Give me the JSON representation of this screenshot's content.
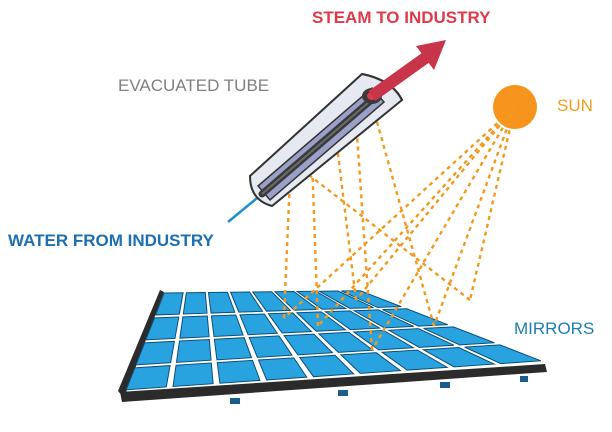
{
  "labels": {
    "steam_out": "STEAM TO INDUSTRY",
    "evacuated_tube": "EVACUATED TUBE",
    "sun": "SUN",
    "water_in": "WATER FROM INDUSTRY",
    "mirrors": "MIRRORS"
  },
  "colors": {
    "steam": "#e03a4a",
    "tube_label": "#808080",
    "sun_label": "#f39c1d",
    "water": "#1d6fb3",
    "mirrors_label": "#1d7fb0",
    "mirror": "#29a3e0",
    "mirror_dark": "#0d4f7a",
    "ray": "#f29a1f",
    "sun_fill": "#f7941d",
    "frame": "#2b2b2b",
    "tube_glass": "#c9cde8",
    "tube_outline": "#333333"
  }
}
